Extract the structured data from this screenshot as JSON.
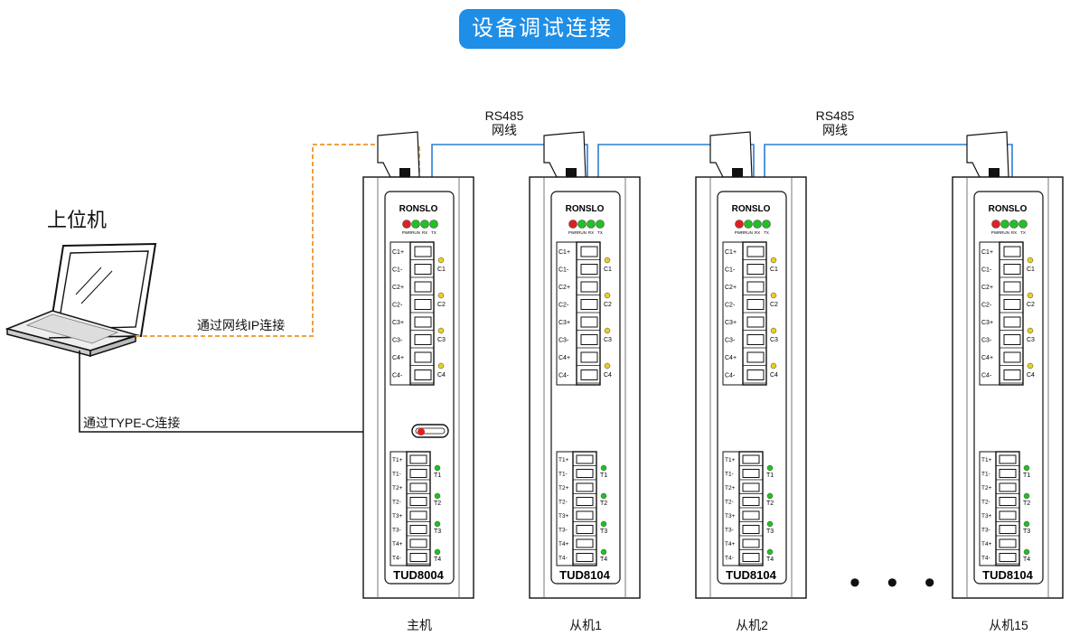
{
  "title": "设备调试连接",
  "pc_label": "上位机",
  "ip_conn_label": "通过网线IP连接",
  "typec_conn_label": "通过TYPE-C连接",
  "rs485_labels": [
    {
      "line1": "RS485",
      "line2": "网线"
    },
    {
      "line1": "RS485",
      "line2": "网线"
    }
  ],
  "dots": "• • •",
  "brand": "RONSLO",
  "led_labels": [
    "PWR",
    "RUN",
    "RX",
    "TX"
  ],
  "c_terminals": [
    "C1+",
    "C1-",
    "C2+",
    "C2-",
    "C3+",
    "C3-",
    "C4+",
    "C4-"
  ],
  "c_indicators": [
    "C1",
    "C2",
    "C3",
    "C4"
  ],
  "t_terminals": [
    "T1+",
    "T1-",
    "T2+",
    "T2-",
    "T3+",
    "T3-",
    "T4+",
    "T4-"
  ],
  "t_indicators": [
    "T1",
    "T2",
    "T3",
    "T4"
  ],
  "devices": [
    {
      "model": "TUD8004",
      "caption": "主机",
      "has_typec": true
    },
    {
      "model": "TUD8104",
      "caption": "从机1",
      "has_typec": false
    },
    {
      "model": "TUD8104",
      "caption": "从机2",
      "has_typec": false
    },
    {
      "model": "TUD8104",
      "caption": "从机15",
      "has_typec": false
    }
  ],
  "colors": {
    "accent": "#1e8ee6",
    "ethernet_orange": "#f0a040",
    "rs485_blue": "#2a7fd4",
    "led_red": "#e02020",
    "led_green": "#22c022",
    "led_yellow": "#e8d020"
  }
}
